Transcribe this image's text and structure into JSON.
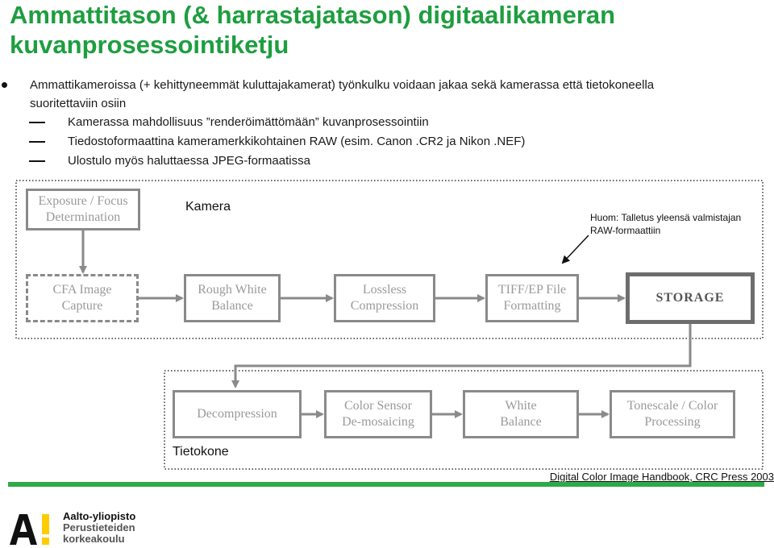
{
  "title": "Ammattitason (& harrastajatason) digitaalikameran kuvanprosessointiketju",
  "bullets": {
    "main": "Ammattikameroissa (+ kehittyneemmät kuluttajakamerat) työnkulku voidaan jakaa sekä kamerassa että tietokoneella suoritettaviin osiin",
    "sub": [
      "Kamerassa mahdollisuus ”renderöimättömään” kuvanprosessointiin",
      "Tiedostoformaattina kameramerkkikohtainen RAW (esim. Canon .CR2 ja Nikon .NEF)",
      "Ulostulo myös haluttaessa JPEG-formaatissa"
    ]
  },
  "diagram": {
    "camera_label": "Kamera",
    "computer_label": "Tietokone",
    "note": "Huom: Talletus yleensä valmistajan RAW-formaattiin",
    "camera_boxes": {
      "exposure": "Exposure / Focus\nDetermination",
      "cfa": "CFA Image\nCapture",
      "rough_wb": "Rough White\nBalance",
      "lossless": "Lossless\nCompression",
      "tiff": "TIFF/EP File\nFormatting",
      "storage": "STORAGE"
    },
    "computer_boxes": {
      "decompression": "Decompression",
      "color_sensor": "Color Sensor\nDe-mosaicing",
      "white_balance": "White\nBalance",
      "tonescale": "Tonescale / Color\nProcessing"
    }
  },
  "citation": "Digital Color Image Handbook, CRC Press 2003",
  "logo": {
    "line1": "Aalto-yliopisto",
    "line2": "Perustieteiden",
    "line3": "korkeakoulu"
  },
  "colors": {
    "title": "#1e9e3f",
    "bar": "#2eaa4a",
    "logo_mark": "#ffcc00"
  }
}
